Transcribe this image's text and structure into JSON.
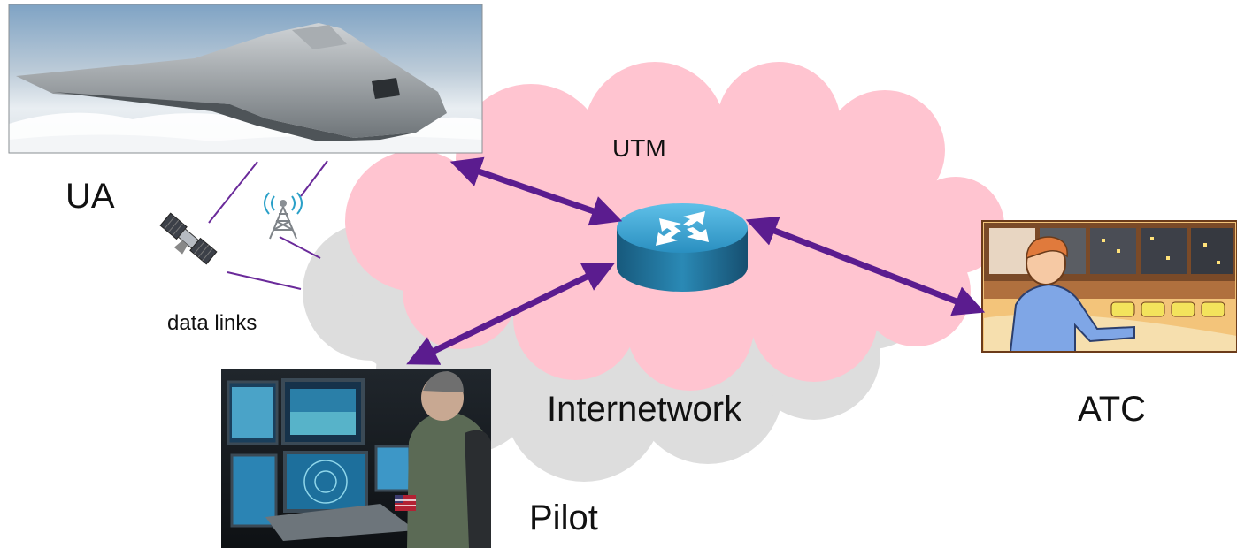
{
  "labels": {
    "ua": "UA",
    "utm": "UTM",
    "data_links": "data links",
    "internetwork": "Internetwork",
    "atc": "ATC",
    "pilot": "Pilot"
  },
  "colors": {
    "arrow": "#5b1c8f",
    "link_line": "#6a2a9a",
    "utm_cloud": "#ffc4d0",
    "internet_cloud": "#dddddd",
    "router": "#2e9ac9"
  },
  "icons": [
    "drone-photo",
    "satellite-icon",
    "radio-tower-icon",
    "router-icon",
    "atc-controller-illustration",
    "pilot-station-photo"
  ]
}
